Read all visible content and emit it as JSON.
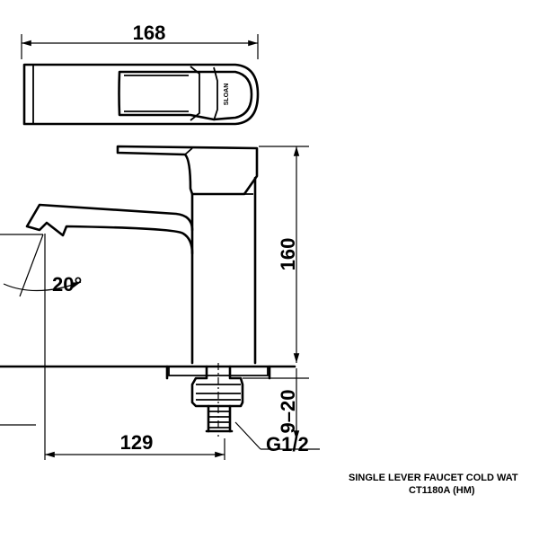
{
  "dimensions": {
    "top_width": "168",
    "height": "160",
    "spout_reach": "129",
    "spout_angle": "20°",
    "thickness_range": "9–20",
    "thread": "G1/2"
  },
  "logo": "SLOAN",
  "title": {
    "line1": "SINGLE LEVER FAUCET   COLD WAT",
    "line2": "CT1180A (HM)"
  }
}
